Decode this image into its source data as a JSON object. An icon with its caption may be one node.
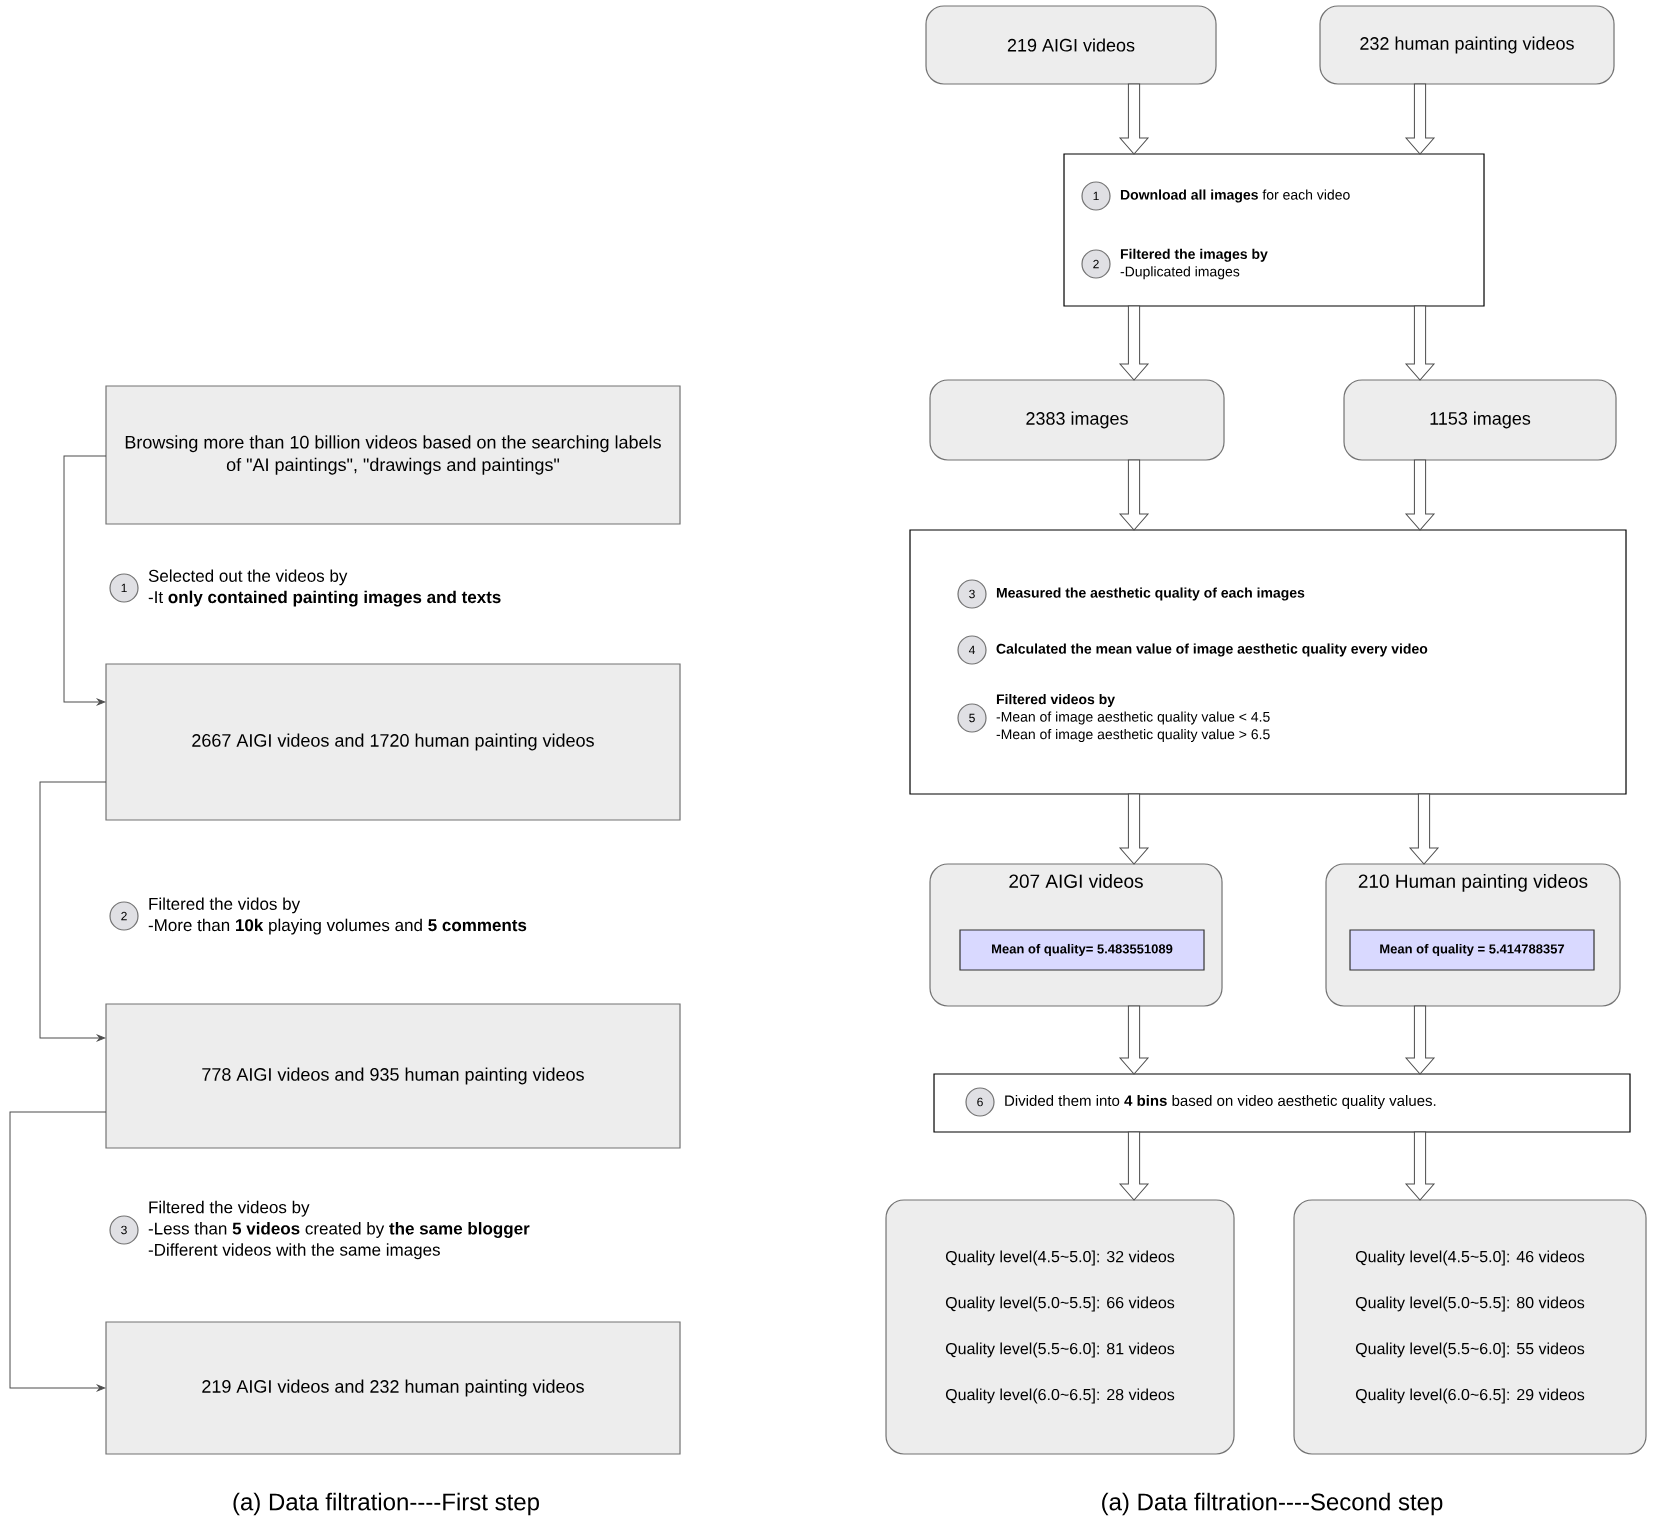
{
  "diagram": {
    "nodes": [
      {
        "text": [
          "Browsing more than 10 billion videos based on the searching labels of \"AI paintings\", \"drawings and paintings\""
        ]
      },
      {
        "text": [
          "1"
        ],
        "beside": [
          "Selected out the videos by",
          "-It **only contained painting images and texts**"
        ]
      },
      {
        "text": [
          "2667 AIGI videos and 1720 human painting videos"
        ]
      },
      {
        "text": [
          "2"
        ],
        "beside": [
          "Filtered the vidos by",
          "-More than **10k** playing volumes and **5 comments**"
        ]
      },
      {
        "text": [
          "778 AIGI videos and 935 human painting videos"
        ]
      },
      {
        "text": [
          "3"
        ],
        "beside": [
          "Filtered the videos by",
          "-Less than **5 videos** created by **the same blogger**",
          "-Different videos with the same images"
        ]
      },
      {
        "text": [
          "219 AIGI videos and 232 human painting videos"
        ]
      },
      {
        "text": [
          "219 AIGI videos"
        ]
      },
      {
        "text": [
          "232 human painting videos"
        ]
      },
      {
        "text": [],
        "shape": "box"
      },
      {
        "text": [
          "1"
        ],
        "in": 9,
        "beside": [
          "**Download all images** for each video"
        ]
      },
      {
        "text": [
          "2"
        ],
        "in": 9,
        "beside": [
          "Filtered the images by",
          "-Duplicated images"
        ]
      },
      {
        "text": [
          "2383 images"
        ]
      },
      {
        "text": [
          "1153 images"
        ]
      },
      {
        "text": [],
        "shape": "box"
      },
      {
        "text": [
          "3"
        ],
        "in": 14,
        "beside": [
          "Measured the aesthetic quality of each images"
        ]
      },
      {
        "text": [
          "4"
        ],
        "in": 14,
        "beside": [
          "Calculated the mean value of image aesthetic quality every video"
        ]
      },
      {
        "text": [
          "5"
        ],
        "in": 14,
        "beside": [
          "Filtered videos by",
          "-Mean of image aesthetic quality value < 4.5",
          "-Mean of image aesthetic quality value > 6.5"
        ]
      },
      {
        "text": [
          "207 AIGI videos"
        ]
      },
      {
        "text": [
          "Mean of quality= 5.483551089"
        ],
        "in": 18
      },
      {
        "text": [
          "210 Human painting videos"
        ]
      },
      {
        "text": [
          "Mean of quality = 5.414788357"
        ],
        "in": 20
      },
      {
        "text": [],
        "shape": "box"
      },
      {
        "text": [
          "6"
        ],
        "in": 22,
        "beside": [
          "Divided them into **4 bins** based on video aesthetic quality values."
        ]
      },
      {
        "text": [
          "Quality level(4.5~5.0]: 32 videos",
          "Quality level(5.0~5.5]: 66 videos",
          "Quality level(5.5~6.0]: 81 videos",
          "Quality level(6.0~6.5]: 28 videos"
        ]
      },
      {
        "text": [
          "Quality level(4.5~5.0]: 46 videos",
          "Quality level(5.0~5.5]: 80 videos",
          "Quality level(5.5~6.0]: 55 videos",
          "Quality level(6.0~6.5]: 29 videos"
        ]
      }
    ],
    "edges": [
      {
        "from": 0,
        "to": 2,
        "arrow": "to"
      },
      {
        "from": 2,
        "to": 4,
        "arrow": "to"
      },
      {
        "from": 4,
        "to": 6,
        "arrow": "to"
      },
      {
        "from": 7,
        "to": 9,
        "arrow": "to"
      },
      {
        "from": 8,
        "to": 9,
        "arrow": "to"
      },
      {
        "from": 9,
        "to": 12,
        "arrow": "to"
      },
      {
        "from": 9,
        "to": 13,
        "arrow": "to"
      },
      {
        "from": 12,
        "to": 14,
        "arrow": "to"
      },
      {
        "from": 13,
        "to": 14,
        "arrow": "to"
      },
      {
        "from": 14,
        "to": 18,
        "arrow": "to"
      },
      {
        "from": 14,
        "to": 20,
        "arrow": "to"
      },
      {
        "from": 18,
        "to": 22,
        "arrow": "to"
      },
      {
        "from": 20,
        "to": 22,
        "arrow": "to"
      },
      {
        "from": 22,
        "to": 24,
        "arrow": "to"
      },
      {
        "from": 22,
        "to": 25,
        "arrow": "to"
      }
    ],
    "labels": [
      "(a) Data filtration----First step",
      "(a) Data filtration----Second step"
    ]
  }
}
